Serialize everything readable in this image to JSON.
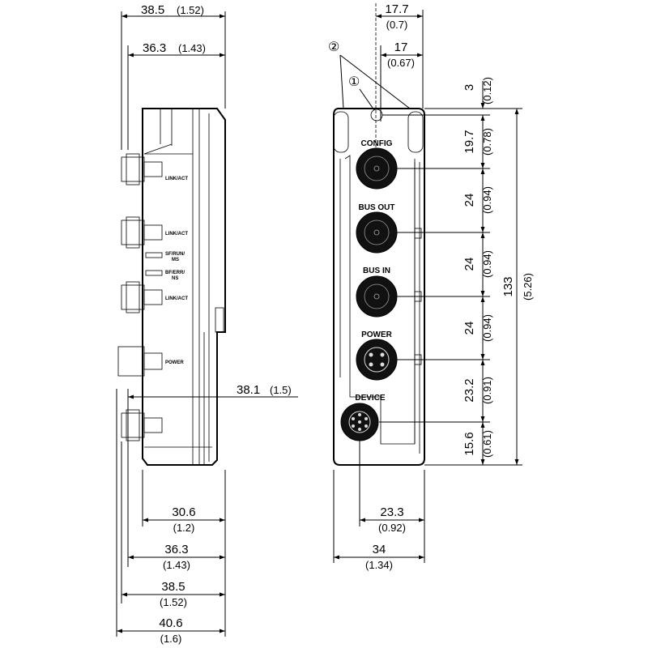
{
  "side_view": {
    "top_dims": [
      {
        "value": "38.5",
        "inch": "(1.52)"
      },
      {
        "value": "36.3",
        "inch": "(1.43)"
      }
    ],
    "middle_dim": {
      "value": "38.1",
      "inch": "(1.5)"
    },
    "bottom_dims": [
      {
        "value": "30.6",
        "inch": "(1.2)"
      },
      {
        "value": "36.3",
        "inch": "(1.43)"
      },
      {
        "value": "38.5",
        "inch": "(1.52)"
      },
      {
        "value": "40.6",
        "inch": "(1.6)"
      }
    ],
    "led_labels": [
      "LINK/ACT",
      "LINK/ACT",
      "SF/RUN/",
      "MS",
      "BF/ERR/",
      "NS",
      "LINK/ACT",
      "POWER"
    ]
  },
  "front_view": {
    "top_dims": [
      {
        "value": "17.7",
        "inch": "(0.7)"
      },
      {
        "value": "17",
        "inch": "(0.67)"
      }
    ],
    "callouts": [
      "①",
      "②"
    ],
    "port_labels": [
      "CONFIG",
      "BUS OUT",
      "BUS IN",
      "POWER",
      "DEVICE"
    ],
    "right_dims": [
      {
        "value": "3",
        "inch": "(0.12)"
      },
      {
        "value": "19.7",
        "inch": "(0.78)"
      },
      {
        "value": "24",
        "inch": "(0.94)"
      },
      {
        "value": "24",
        "inch": "(0.94)"
      },
      {
        "value": "24",
        "inch": "(0.94)"
      },
      {
        "value": "23.2",
        "inch": "(0.91)"
      },
      {
        "value": "15.6",
        "inch": "(0.61)"
      }
    ],
    "total_height": {
      "value": "133",
      "inch": "(5.26)"
    },
    "bottom_dims": [
      {
        "value": "23.3",
        "inch": "(0.92)"
      },
      {
        "value": "34",
        "inch": "(1.34)"
      }
    ]
  }
}
